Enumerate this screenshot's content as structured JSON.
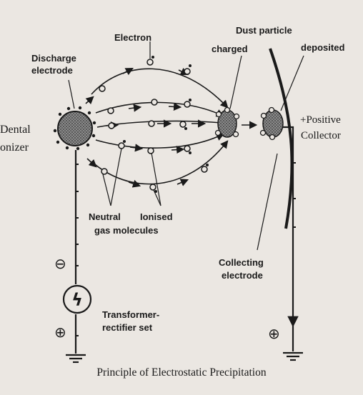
{
  "labels": {
    "electron": "Electron",
    "dust_particle": "Dust particle",
    "charged": "charged",
    "deposited": "deposited",
    "discharge_electrode_1": "Discharge",
    "discharge_electrode_2": "electrode",
    "dental_1": "Dental",
    "dental_2": "onizer",
    "positive_collector_1": "+Positive",
    "positive_collector_2": "Collector",
    "neutral": "Neutral",
    "ionised": "Ionised",
    "gas_molecules": "gas molecules",
    "collecting_1": "Collecting",
    "collecting_2": "electrode",
    "transformer_1": "Transformer-",
    "transformer_2": "rectifier set",
    "minus_symbol": "⊖",
    "plus_symbol_left": "⊕",
    "plus_symbol_right": "⊕",
    "lightning_symbol": "ϟ"
  },
  "caption": "Principle of Electrostatic Precipitation",
  "colors": {
    "background": "#ebe7e2",
    "ink": "#1a1a1a",
    "particle": "#555555"
  }
}
